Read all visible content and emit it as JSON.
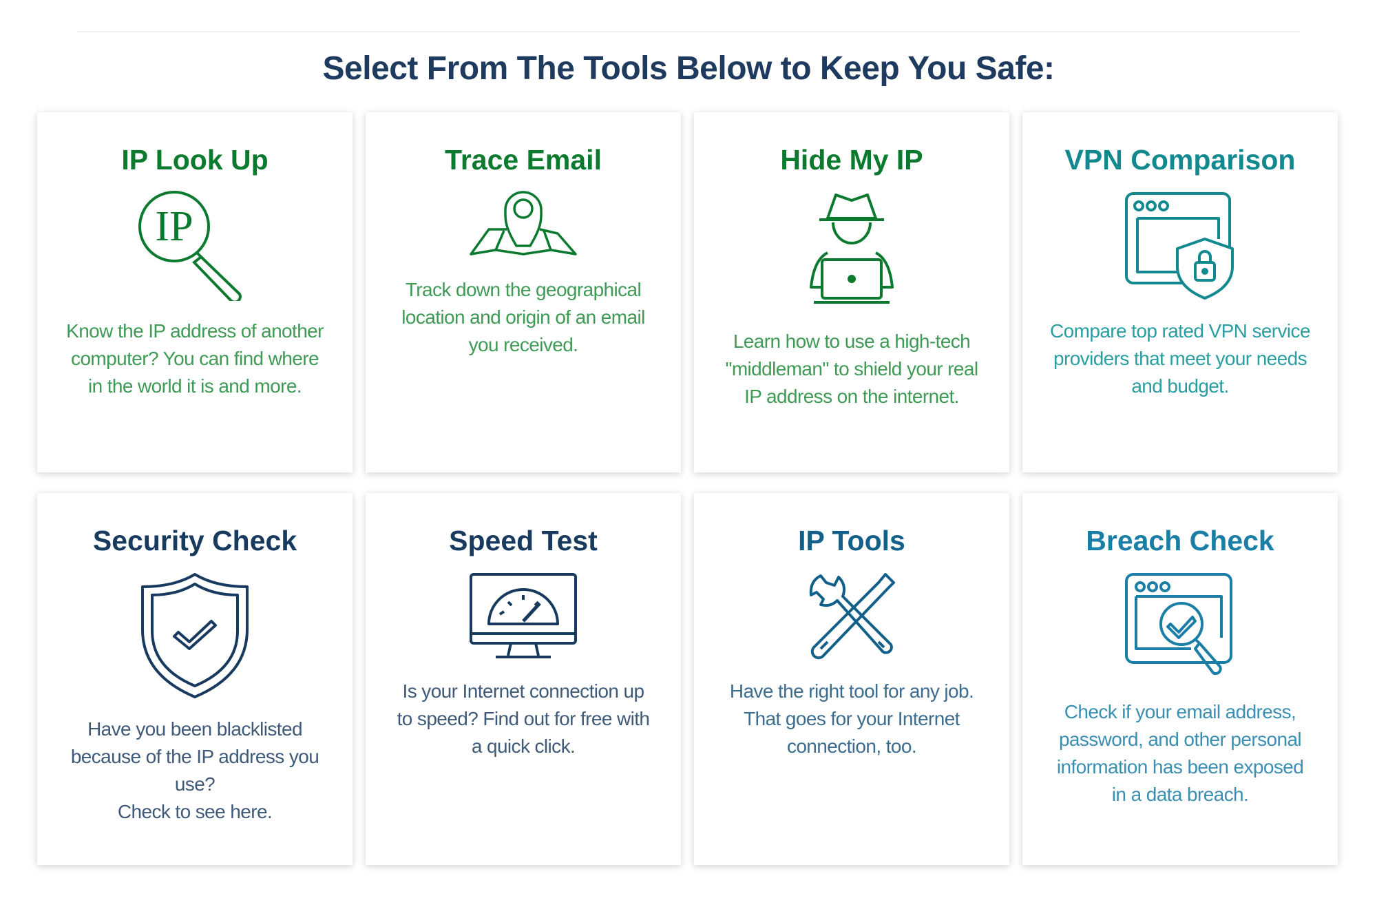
{
  "heading": "Select From The Tools Below to Keep You Safe:",
  "colors": {
    "heading": "#1e3a5f",
    "green_title": "#0b7a2e",
    "green_text": "#3e9a54",
    "teal": "#12898f",
    "navy": "#173a5e",
    "blue": "#125f8a",
    "light_blue": "#1a7ea6"
  },
  "tools": [
    {
      "title": "IP Look Up",
      "icon": "ip-magnifier-icon",
      "description": "Know the IP address of another computer? You can find where in the world it is and more."
    },
    {
      "title": "Trace Email",
      "icon": "map-pin-icon",
      "description": "Track down the geographical location and origin of an email you received."
    },
    {
      "title": "Hide My IP",
      "icon": "incognito-laptop-icon",
      "description": "Learn how to use a high-tech \"middleman\" to shield your real IP address on the internet."
    },
    {
      "title": "VPN Comparison",
      "icon": "browser-shield-lock-icon",
      "description": "Compare top rated VPN service providers that meet your needs and budget."
    },
    {
      "title": "Security Check",
      "icon": "shield-check-icon",
      "description": "Have you been blacklisted because of the IP address you use?",
      "description2": "Check to see here."
    },
    {
      "title": "Speed Test",
      "icon": "speedometer-monitor-icon",
      "description": "Is your Internet connection up to speed? Find out for free with a quick click."
    },
    {
      "title": "IP Tools",
      "icon": "wrench-screwdriver-icon",
      "description": "Have the right tool for any job. That goes for your Internet connection, too."
    },
    {
      "title": "Breach Check",
      "icon": "browser-magnifier-check-icon",
      "description": "Check if your email address, password, and other personal information has been exposed in a data breach."
    }
  ]
}
